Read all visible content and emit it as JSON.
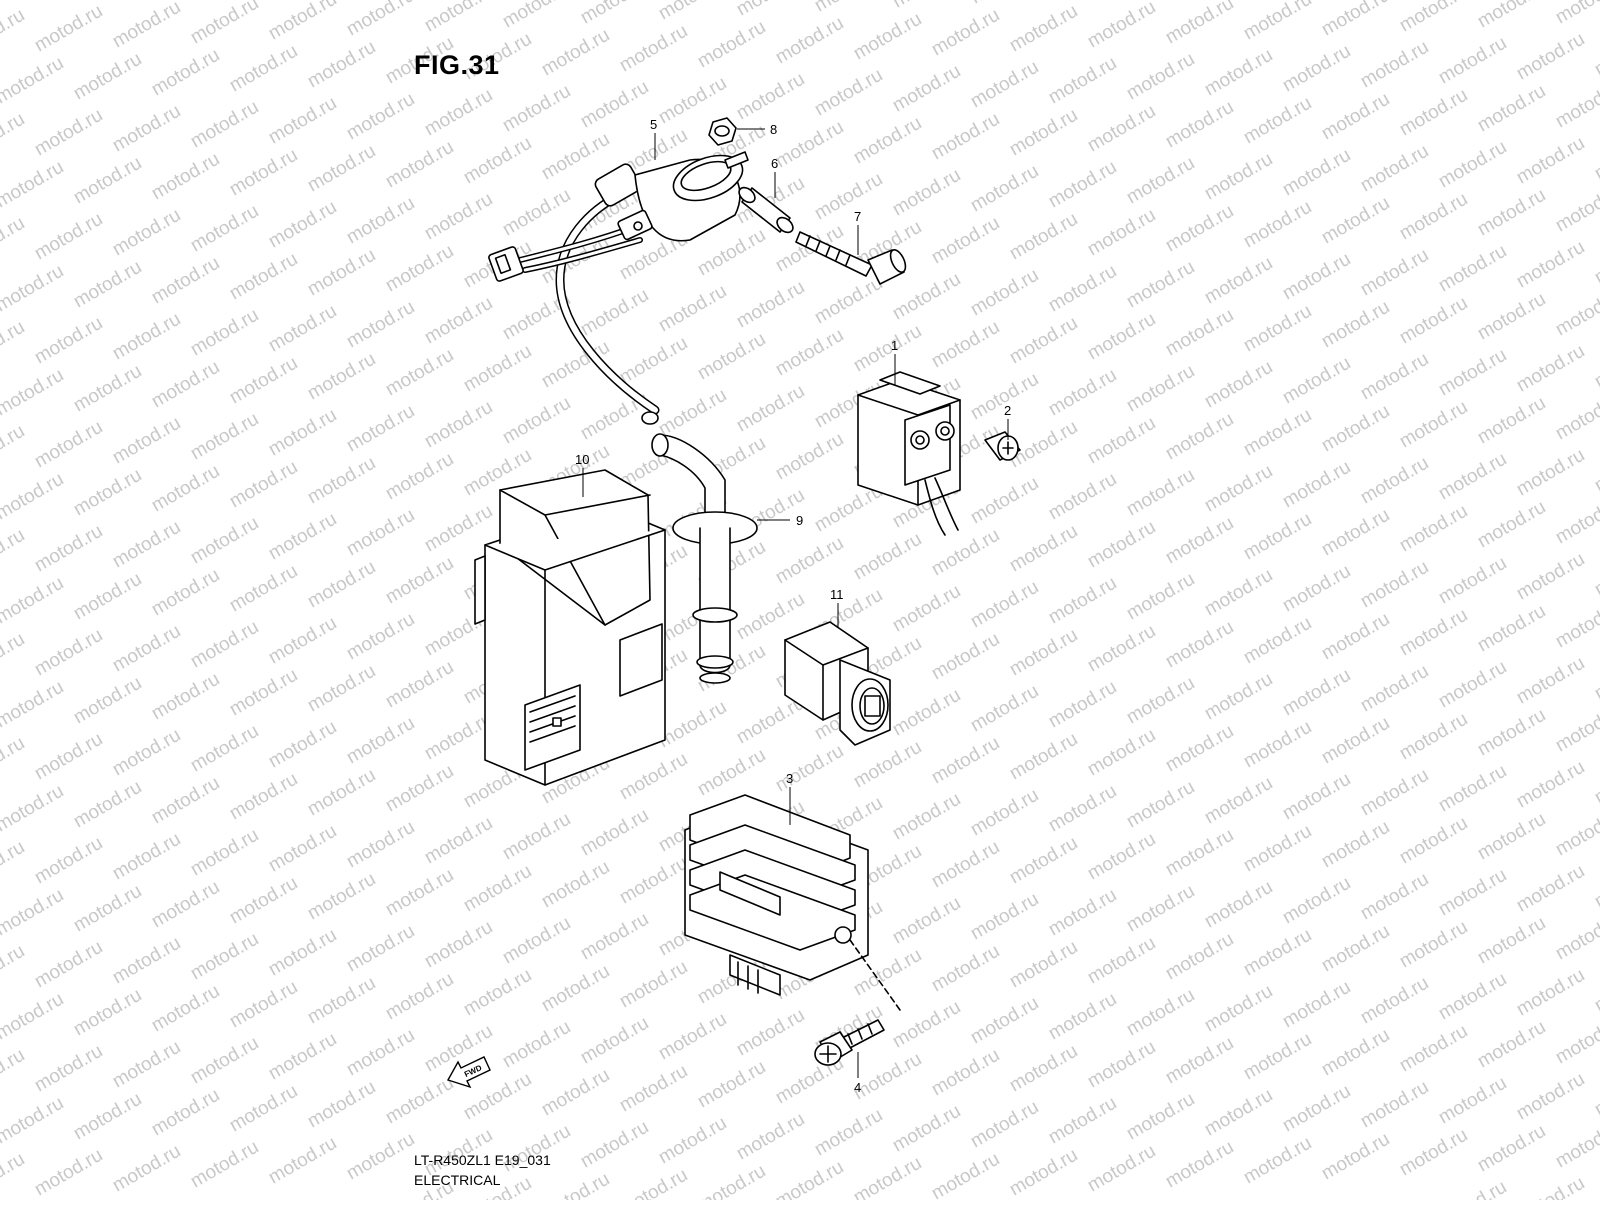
{
  "figure": {
    "title": "FIG.31",
    "model_code": "LT-R450ZL1 E19_031",
    "section": "ELECTRICAL",
    "watermark": "motod.ru",
    "direction_arrow": "FWD"
  },
  "callouts": [
    {
      "id": "callout-1",
      "label": "1"
    },
    {
      "id": "callout-2",
      "label": "2"
    },
    {
      "id": "callout-3",
      "label": "3"
    },
    {
      "id": "callout-4",
      "label": "4"
    },
    {
      "id": "callout-5",
      "label": "5"
    },
    {
      "id": "callout-6",
      "label": "6"
    },
    {
      "id": "callout-7",
      "label": "7"
    },
    {
      "id": "callout-8",
      "label": "8"
    },
    {
      "id": "callout-9",
      "label": "9"
    },
    {
      "id": "callout-10",
      "label": "10"
    },
    {
      "id": "callout-11",
      "label": "11"
    }
  ],
  "colors": {
    "line": "#000000",
    "watermark": "#c8c8c8",
    "background": "#ffffff"
  }
}
